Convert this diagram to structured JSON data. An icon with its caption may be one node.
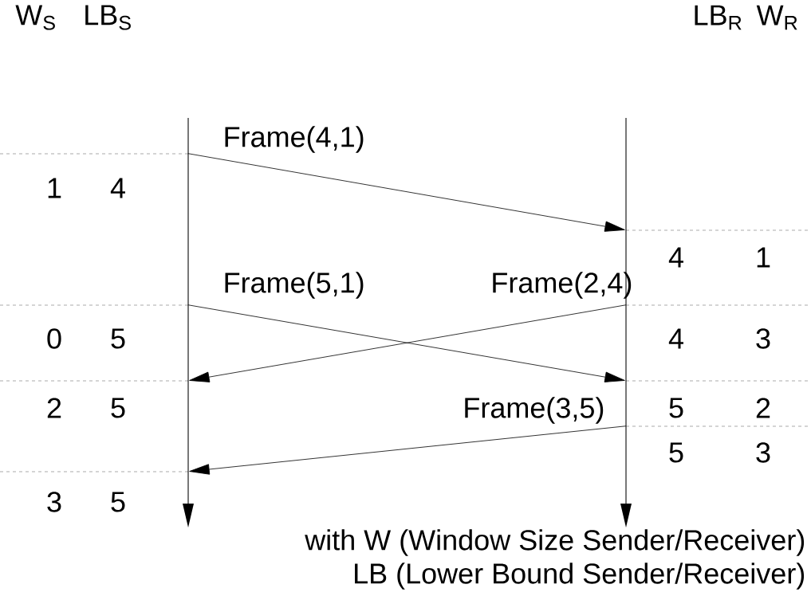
{
  "diagram": {
    "nodes": [
      {
        "text": [],
        "shape": "bar"
      },
      {
        "text": [],
        "shape": "bar"
      }
    ],
    "edges": [
      {
        "from": 0,
        "to": 1,
        "arrow": "to",
        "label": "Frame(4,1)"
      },
      {
        "from": 0,
        "to": 1,
        "arrow": "to",
        "label": "Frame(5,1)"
      },
      {
        "from": 1,
        "to": 0,
        "arrow": "to",
        "label": "Frame(2,4)"
      },
      {
        "from": 1,
        "to": 0,
        "arrow": "to",
        "label": "Frame(3,5)"
      }
    ],
    "labels": [
      "W$_{S}$",
      "LB$_{S}$",
      "LB$_{R}$",
      "W$_{R}$",
      "1",
      "4",
      "4",
      "1",
      "0",
      "5",
      "4",
      "3",
      "2",
      "5",
      "5",
      "2",
      "5",
      "3",
      "3",
      "5",
      "with W (Window Size Sender/Receiver)",
      "LB (Lower Bound Sender/Receiver)"
    ]
  }
}
